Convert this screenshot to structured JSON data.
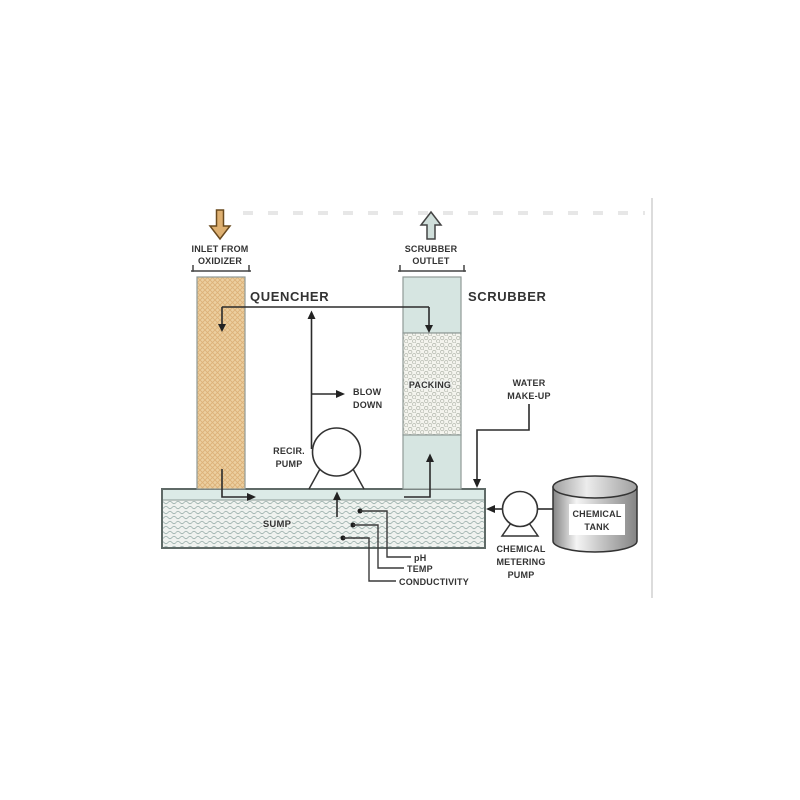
{
  "diagram": {
    "type": "process-flow-diagram",
    "subject": "quencher-scrubber-system",
    "labels": {
      "inlet": [
        "INLET FROM",
        "OXIDIZER"
      ],
      "outlet": [
        "SCRUBBER",
        "OUTLET"
      ],
      "quencher": "QUENCHER",
      "scrubber": "SCRUBBER",
      "packing": "PACKING",
      "blow_down": [
        "BLOW",
        "DOWN"
      ],
      "recirc_pump": [
        "RECIR.",
        "PUMP"
      ],
      "water_makeup": [
        "WATER",
        "MAKE-UP"
      ],
      "sump": "SUMP",
      "ph": "pH",
      "temp": "TEMP",
      "conductivity": "CONDUCTIVITY",
      "metering_pump": [
        "CHEMICAL",
        "METERING",
        "PUMP"
      ],
      "chemical_tank": [
        "CHEMICAL",
        "TANK"
      ]
    },
    "colors": {
      "quencher_fill": "#eccfa0",
      "quencher_texture": "#d5a264",
      "scrubber_fill": "#d6e5e1",
      "packing_fill": "#f4f4ee",
      "packing_dot": "#b8bcb2",
      "sump_liquid": "#dcebe7",
      "sump_body": "#eff2ef",
      "sump_wave": "#9fb3af",
      "inlet_arrow_fill": "#deb071",
      "inlet_arrow_border": "#6a4a1e",
      "outlet_arrow_fill": "#cfdeda",
      "outlet_arrow_border": "#444444",
      "pipe_line": "#2b2b2b",
      "vessel_border": "#8f9a97",
      "sump_border": "#5f6a67",
      "tank_edge_dark": "#848484",
      "tank_mid": "#c9c9c9",
      "tank_light": "#f5f5f5",
      "tank_top_light": "#ececec",
      "tank_top_dark": "#9f9f9f",
      "text": "#333333"
    }
  }
}
